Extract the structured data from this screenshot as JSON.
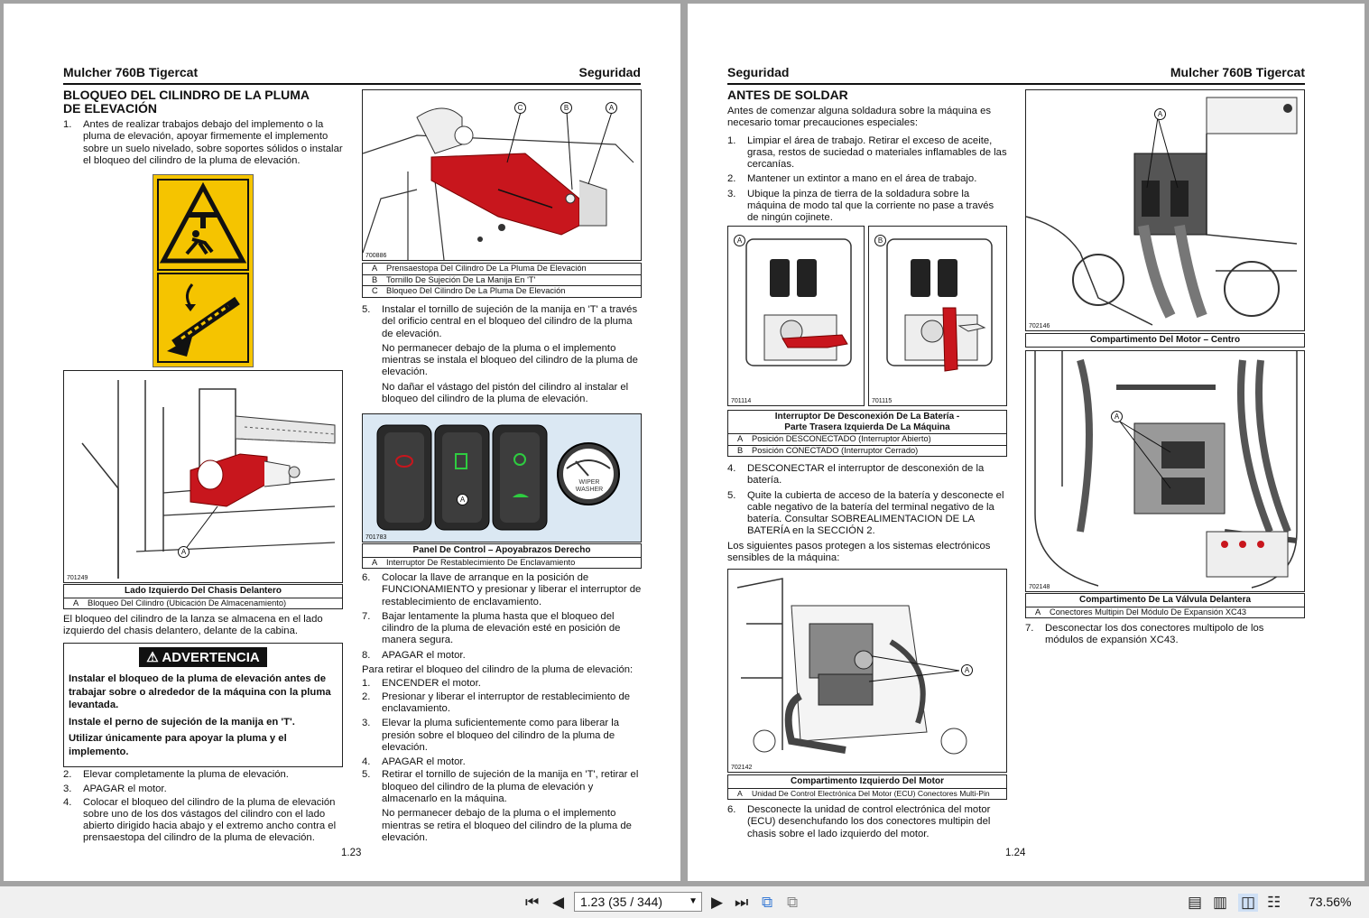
{
  "left": {
    "header_left": "Mulcher 760B Tigercat",
    "header_right": "Seguridad",
    "title_line1": "BLOQUEO DEL CILINDRO DE LA PLUMA",
    "title_line2": "DE ELEVACIÓN",
    "step1_n": "1.",
    "step1": "Antes de realizar trabajos debajo del implemento o la pluma de elevación, apoyar firmemente el implemento sobre un suelo nivelado, sobre soportes sólidos o instalar el bloqueo del cilindro de la pluma de elevación.",
    "fig_chassis_num": "701249",
    "fig_chassis_callout": "A",
    "cap_chassis_title": "Lado Izquierdo Del Chasis Delantero",
    "cap_chassis_rows": [
      {
        "k": "A",
        "v": "Bloqueo Del Cilindro (Ubicación De Almacenamiento)"
      }
    ],
    "para_storage": "El bloqueo del cilindro de la lanza se almacena en el lado izquierdo del chasis delantero, delante de la cabina.",
    "warning_title": "ADVERTENCIA",
    "warning_p1": "Instalar el bloqueo de la pluma de elevación antes de trabajar sobre o alrededor de la máquina con la pluma levantada.",
    "warning_p2": "Instale el perno de sujeción de la manija en 'T'.",
    "warning_p3": "Utilizar únicamente para apoyar la pluma y el implemento.",
    "steps_2_4": [
      {
        "n": "2.",
        "t": "Elevar completamente la pluma de elevación."
      },
      {
        "n": "3.",
        "t": "APAGAR el motor."
      },
      {
        "n": "4.",
        "t": "Colocar el bloqueo del cilindro de la pluma de elevación sobre uno de los dos vástagos del cilindro con el lado abierto dirigido hacia abajo y el extremo ancho contra el prensaestopa del cilindro de la pluma de elevación."
      }
    ],
    "fig_cyl_num": "700886",
    "fig_cyl_callouts": [
      "C",
      "B",
      "A"
    ],
    "cap_cyl_rows": [
      {
        "k": "A",
        "v": "Prensaestopa Del Cilindro De La Pluma De Elevación"
      },
      {
        "k": "B",
        "v": "Tornillo De Sujeción De La Manija En 'T'"
      },
      {
        "k": "C",
        "v": "Bloqueo Del Cilindro De La Pluma De Elevación"
      }
    ],
    "step5_n": "5.",
    "step5": "Instalar el tornillo de sujeción de la manija en 'T' a través del orificio central en el bloqueo del cilindro de la pluma de elevación.",
    "step5_sub1": "No permanecer debajo de la pluma o el implemento mientras se instala el bloqueo del cilindro de la pluma de elevación.",
    "step5_sub2": "No dañar el vástago del pistón del cilindro al instalar el bloqueo del cilindro de la pluma de elevación.",
    "fig_panel_num": "701783",
    "fig_panel_callout": "A",
    "wiper_line1": "WIPER",
    "wiper_line2": "WASHER",
    "cap_panel_title": "Panel De Control – Apoyabrazos Derecho",
    "cap_panel_rows": [
      {
        "k": "A",
        "v": "Interruptor De Restablecimiento De Enclavamiento"
      }
    ],
    "steps_6_8": [
      {
        "n": "6.",
        "t": "Colocar la llave de arranque en la posición de FUNCIONAMIENTO y presionar y liberar el interruptor de restablecimiento de enclavamiento."
      },
      {
        "n": "7.",
        "t": "Bajar lentamente la pluma hasta que el bloqueo del cilindro de la pluma de elevación esté en posición de manera segura."
      },
      {
        "n": "8.",
        "t": "APAGAR el motor."
      }
    ],
    "para_remove": "Para retirar el bloqueo del cilindro de la pluma de elevación:",
    "remove_steps": [
      {
        "n": "1.",
        "t": "ENCENDER el motor."
      },
      {
        "n": "2.",
        "t": "Presionar y liberar el interruptor de restablecimiento de enclavamiento."
      },
      {
        "n": "3.",
        "t": "Elevar la pluma suficientemente como para liberar la presión sobre el bloqueo del cilindro de la pluma de elevación."
      },
      {
        "n": "4.",
        "t": "APAGAR el motor."
      },
      {
        "n": "5.",
        "t": "Retirar el tornillo de sujeción de la manija en 'T', retirar el bloqueo del cilindro de la pluma de elevación y almacenarlo en la máquina."
      }
    ],
    "remove5_sub": "No permanecer debajo de la pluma o el implemento mientras se retira el bloqueo del cilindro de la pluma de elevación.",
    "page_number": "1.23"
  },
  "right": {
    "header_left": "Seguridad",
    "header_right": "Mulcher 760B Tigercat",
    "title": "ANTES DE SOLDAR",
    "intro": "Antes de comenzar alguna soldadura sobre la máquina es necesario tomar precauciones especiales:",
    "steps_1_3": [
      {
        "n": "1.",
        "t": "Limpiar el área de trabajo. Retirar el exceso de aceite, grasa, restos de suciedad o materiales inflamables de las cercanías."
      },
      {
        "n": "2.",
        "t": "Mantener un extintor a mano en el área de trabajo."
      },
      {
        "n": "3.",
        "t": "Ubique la pinza de tierra de la soldadura sobre la máquina de modo tal que la corriente no pase a través de ningún cojinete."
      }
    ],
    "fig_sw_a_num": "701114",
    "fig_sw_a_callout": "A",
    "fig_sw_b_num": "701115",
    "fig_sw_b_callout": "B",
    "cap_sw_title1": "Interruptor De Desconexión De La Batería -",
    "cap_sw_title2": "Parte Trasera Izquierda De La Máquina",
    "cap_sw_rows": [
      {
        "k": "A",
        "v": "Posición DESCONECTADO (Interruptor Abierto)"
      },
      {
        "k": "B",
        "v": "Posición CONECTADO (Interruptor Cerrado)"
      }
    ],
    "steps_4_5": [
      {
        "n": "4.",
        "t": "DESCONECTAR el interruptor de desconexión de la batería."
      },
      {
        "n": "5.",
        "t": "Quite la cubierta de acceso de la batería y desconecte el cable negativo de la batería del terminal negativo de la batería. Consultar SOBREALIMENTACION DE LA BATERÍA en la SECCIÓN 2."
      }
    ],
    "para_electronics": "Los siguientes pasos protegen a los sistemas electrónicos sensibles de la máquina:",
    "fig_ecu_num": "702142",
    "fig_ecu_callout": "A",
    "cap_ecu_title": "Compartimento Izquierdo Del Motor",
    "cap_ecu_rows": [
      {
        "k": "A",
        "v": "Unidad De Control Electrónica Del Motor (ECU) Conectores Multi-Pin"
      }
    ],
    "step6_n": "6.",
    "step6": "Desconecte la unidad de control electrónica del motor (ECU) desenchufando los dos conectores multipin del chasis sobre el lado izquierdo del motor.",
    "fig_engine_num": "702146",
    "fig_engine_callout": "A",
    "cap_engine_title": "Compartimento Del Motor – Centro",
    "fig_valve_num": "702148",
    "fig_valve_callout": "A",
    "cap_valve_title": "Compartimento De La Válvula Delantera",
    "cap_valve_rows": [
      {
        "k": "A",
        "v": "Conectores Multipin Del Módulo De Expansión XC43"
      }
    ],
    "step7_n": "7.",
    "step7": "Desconectar los dos conectores multipolo de los módulos de expansión XC43.",
    "page_number": "1.24"
  },
  "toolbar": {
    "page_field": "1.23 (35 / 344)",
    "zoom": "73.56%"
  },
  "colors": {
    "accent_red": "#c8161d",
    "warning_yellow": "#f5c400",
    "toolbar_bg": "#f0f0f0"
  }
}
